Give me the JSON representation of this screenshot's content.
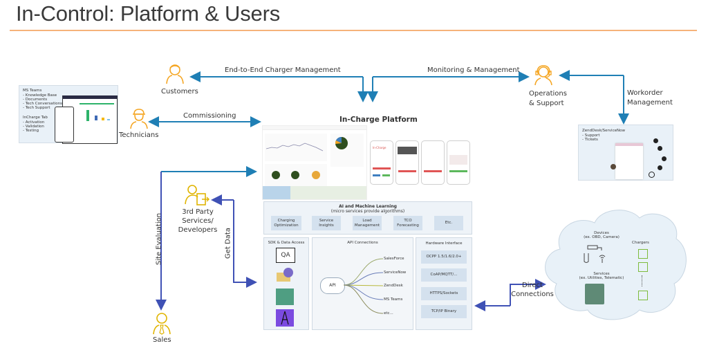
{
  "title": "In-Control: Platform & Users",
  "colors": {
    "accent_rule": "#f6b27a",
    "user_icon": "#f5a623",
    "arrow_teal": "#1f7fb5",
    "arrow_blue": "#3f51b5",
    "panel_bg": "#eef3f8",
    "box_bg": "#d4e1ee"
  },
  "actors": {
    "customers": {
      "label": "Customers",
      "icon": "person-icon"
    },
    "technicians": {
      "label": "Technicians",
      "icon": "hardhat-person-icon"
    },
    "operations": {
      "label_line1": "Operations",
      "label_line2": "& Support",
      "icon": "headset-person-icon"
    },
    "third_party": {
      "label_line1": "3rd Party",
      "label_line2": "Services/",
      "label_line3": "Developers",
      "icon": "person-export-icon"
    },
    "sales": {
      "label": "Sales",
      "icon": "person-tie-icon"
    }
  },
  "flows": {
    "end_to_end": "End-to-End Charger Management",
    "monitoring": "Monitoring & Management",
    "commissioning": "Commissioning",
    "workorder_line1": "Workorder",
    "workorder_line2": "Management",
    "site_evaluation": "Site Evaluation",
    "get_data": "Get Data",
    "direct_line1": "Direct",
    "direct_line2": "Connections"
  },
  "msteams_card": {
    "heading": "MS Teams",
    "items": [
      "- Knowledge Base",
      "- Documents",
      "- Tech Conversations",
      "- Tech Support"
    ],
    "heading2": "InCharge Tab",
    "items2": [
      "- Activation",
      "- Validation",
      "- Testing"
    ]
  },
  "zendesk_card": {
    "heading": "ZendDesk/ServiceNow",
    "items": [
      "- Support",
      "- Tickets"
    ]
  },
  "platform": {
    "title": "In-Charge Platform",
    "phone_brand": "In-Charge"
  },
  "ai": {
    "title": "AI and Machine Learning",
    "subtitle": "(micro services provide algorithms)",
    "items": [
      {
        "line1": "Charging",
        "line2": "Optimization"
      },
      {
        "line1": "Service",
        "line2": "Insights"
      },
      {
        "line1": "Load",
        "line2": "Management"
      },
      {
        "line1": "TCO",
        "line2": "Forecasting"
      },
      {
        "line1": "Etc.",
        "line2": ""
      }
    ]
  },
  "sdk": {
    "title": "SDK & Data Access",
    "icons": [
      "qa-icon",
      "folder-globe-icon",
      "transfer-icon",
      "antenna-icon"
    ]
  },
  "api": {
    "title": "API Connections",
    "hub": "API",
    "targets": [
      "SalesForce",
      "ServiceNow",
      "ZendDesk",
      "MS Teams",
      "etc..."
    ]
  },
  "hardware": {
    "title": "Hardware Interface",
    "items": [
      "OCPP 1.5/1.6/2.0+",
      "CoAP/MQTT/...",
      "HTTPS/Sockets",
      "TCP/IP Binary"
    ]
  },
  "cloud": {
    "devices_line1": "Devices",
    "devices_line2": "(ex. OBD, Camera)",
    "services_line1": "Services",
    "services_line2": "(ex. Utilities, Telematic)",
    "chargers": "Chargers"
  }
}
